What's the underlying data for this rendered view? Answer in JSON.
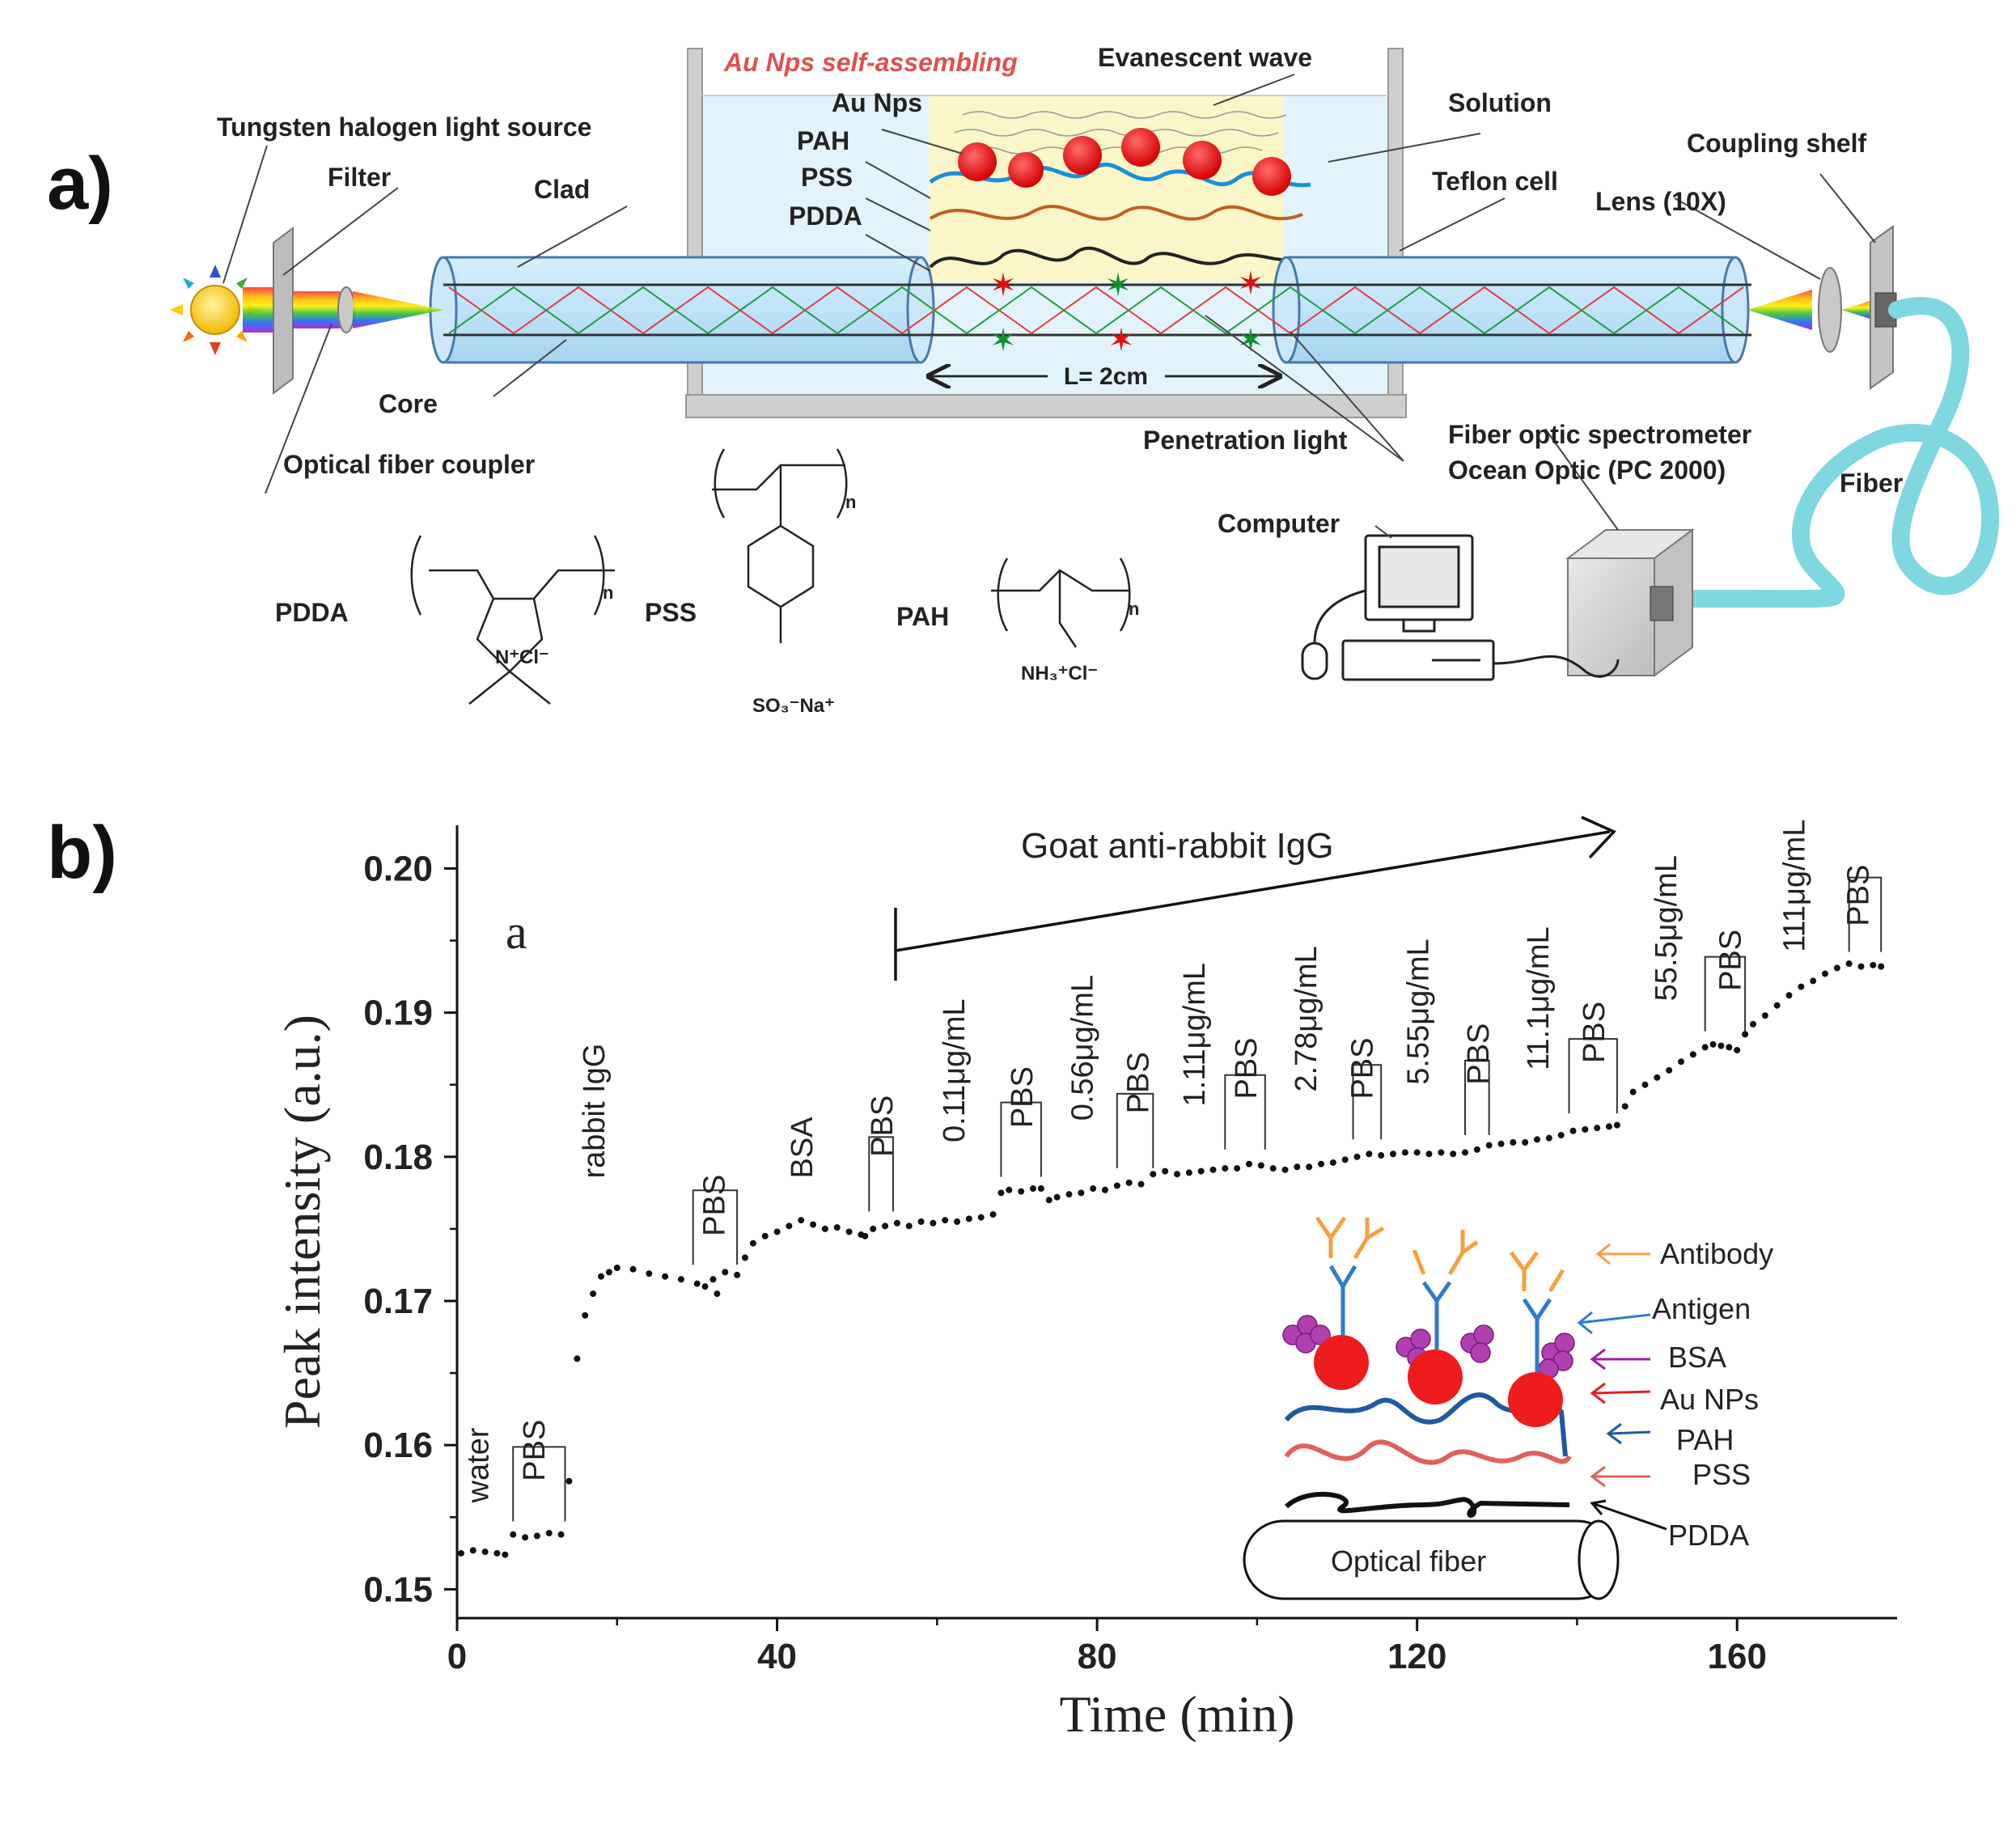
{
  "panel_a": {
    "label": "a)",
    "title": "Au Nps self-assembling",
    "labels": {
      "source": "Tungsten halogen light source",
      "filter": "Filter",
      "clad": "Clad",
      "core": "Core",
      "coupler": "Optical fiber coupler",
      "au_nps": "Au Nps",
      "pah": "PAH",
      "pss": "PSS",
      "pdda": "PDDA",
      "evanescent": "Evanescent wave",
      "solution": "Solution",
      "teflon": "Teflon cell",
      "length": "L= 2cm",
      "penetration": "Penetration light",
      "lens": "Lens (10X)",
      "coupling_shelf": "Coupling shelf",
      "spectrometer_1": "Fiber optic spectrometer",
      "spectrometer_2": "Ocean Optic (PC 2000)",
      "fiber": "Fiber",
      "computer": "Computer"
    },
    "structures": {
      "pdda": "PDDA",
      "pdda_group": "N⁺Cl⁻",
      "pss": "PSS",
      "pss_group": "SO₃⁻Na⁺",
      "pah": "PAH",
      "pah_group": "NH₃⁺Cl⁻",
      "n": "n"
    }
  },
  "panel_b": {
    "label": "b)",
    "inset_letter": "a",
    "arrow_label": "Goat anti-rabbit IgG",
    "inset": {
      "antibody": "Antibody",
      "antigen": "Antigen",
      "bsa": "BSA",
      "au": "Au NPs",
      "pah": "PAH",
      "pss": "PSS",
      "pdda": "PDDA",
      "fiber": "Optical fiber"
    }
  },
  "chart_data": {
    "type": "scatter",
    "xlabel": "Time (min)",
    "ylabel": "Peak intensity (a.u.)",
    "xlim": [
      0,
      180
    ],
    "ylim": [
      0.148,
      0.203
    ],
    "xticks": [
      "0",
      "40",
      "80",
      "120",
      "160"
    ],
    "yticks": [
      "0.15",
      "0.16",
      "0.17",
      "0.18",
      "0.19",
      "0.20"
    ],
    "series": [
      {
        "points": [
          [
            0.5,
            0.1525
          ],
          [
            2,
            0.1527
          ],
          [
            3.5,
            0.1526
          ],
          [
            5,
            0.1525
          ],
          [
            6,
            0.1524
          ],
          [
            7,
            0.1538
          ],
          [
            8.5,
            0.1536
          ],
          [
            10,
            0.1537
          ],
          [
            11.5,
            0.1539
          ],
          [
            13,
            0.1538
          ],
          [
            14,
            0.1575
          ],
          [
            15,
            0.166
          ],
          [
            16,
            0.169
          ],
          [
            17,
            0.1705
          ],
          [
            18,
            0.1717
          ],
          [
            19,
            0.172
          ],
          [
            20,
            0.1723
          ],
          [
            22,
            0.1722
          ],
          [
            24,
            0.1719
          ],
          [
            26,
            0.1717
          ],
          [
            28,
            0.1715
          ],
          [
            30,
            0.1712
          ],
          [
            31,
            0.171
          ],
          [
            32,
            0.1715
          ],
          [
            32.5,
            0.1705
          ],
          [
            33.5,
            0.172
          ],
          [
            35,
            0.1718
          ],
          [
            36,
            0.173
          ],
          [
            37,
            0.174
          ],
          [
            38.5,
            0.1745
          ],
          [
            40,
            0.1748
          ],
          [
            41.5,
            0.1752
          ],
          [
            43,
            0.1756
          ],
          [
            44.5,
            0.1753
          ],
          [
            46,
            0.175
          ],
          [
            47.5,
            0.1751
          ],
          [
            49,
            0.1748
          ],
          [
            50.5,
            0.1746
          ],
          [
            51,
            0.1745
          ],
          [
            52,
            0.175
          ],
          [
            53.5,
            0.1752
          ],
          [
            55,
            0.1754
          ],
          [
            56.5,
            0.1752
          ],
          [
            58,
            0.1755
          ],
          [
            59.5,
            0.1754
          ],
          [
            61,
            0.1756
          ],
          [
            62.5,
            0.1755
          ],
          [
            64,
            0.1757
          ],
          [
            65.5,
            0.1758
          ],
          [
            67,
            0.176
          ],
          [
            68,
            0.1775
          ],
          [
            69,
            0.1777
          ],
          [
            70.5,
            0.1776
          ],
          [
            72,
            0.1778
          ],
          [
            73,
            0.1778
          ],
          [
            74,
            0.177
          ],
          [
            75,
            0.1772
          ],
          [
            76.5,
            0.1774
          ],
          [
            78,
            0.1775
          ],
          [
            79.5,
            0.1778
          ],
          [
            81,
            0.1777
          ],
          [
            82.5,
            0.178
          ],
          [
            84,
            0.1782
          ],
          [
            85.5,
            0.1781
          ],
          [
            87,
            0.1788
          ],
          [
            88.5,
            0.179
          ],
          [
            90,
            0.1788
          ],
          [
            91.5,
            0.1789
          ],
          [
            93,
            0.179
          ],
          [
            94.5,
            0.1791
          ],
          [
            96,
            0.1792
          ],
          [
            97.5,
            0.1792
          ],
          [
            99,
            0.1795
          ],
          [
            100.5,
            0.1794
          ],
          [
            102,
            0.1792
          ],
          [
            103.5,
            0.1791
          ],
          [
            105,
            0.1793
          ],
          [
            106.5,
            0.1793
          ],
          [
            108,
            0.1795
          ],
          [
            109.5,
            0.1796
          ],
          [
            111,
            0.1798
          ],
          [
            112.5,
            0.18
          ],
          [
            114,
            0.1802
          ],
          [
            115.5,
            0.1801
          ],
          [
            117,
            0.1802
          ],
          [
            118.5,
            0.1803
          ],
          [
            120,
            0.1803
          ],
          [
            121.5,
            0.1802
          ],
          [
            123,
            0.1803
          ],
          [
            124.5,
            0.1802
          ],
          [
            126,
            0.1803
          ],
          [
            127.5,
            0.1805
          ],
          [
            129,
            0.1808
          ],
          [
            130.5,
            0.1809
          ],
          [
            132,
            0.181
          ],
          [
            133.5,
            0.181
          ],
          [
            135,
            0.1812
          ],
          [
            136.5,
            0.1813
          ],
          [
            138,
            0.1815
          ],
          [
            139.5,
            0.1818
          ],
          [
            141,
            0.1819
          ],
          [
            142.5,
            0.182
          ],
          [
            144,
            0.1821
          ],
          [
            145,
            0.1822
          ],
          [
            146,
            0.1835
          ],
          [
            147,
            0.1845
          ],
          [
            148.5,
            0.185
          ],
          [
            150,
            0.1855
          ],
          [
            151.5,
            0.186
          ],
          [
            153,
            0.1866
          ],
          [
            154.5,
            0.1871
          ],
          [
            156,
            0.1876
          ],
          [
            157,
            0.1878
          ],
          [
            158,
            0.1877
          ],
          [
            159,
            0.1876
          ],
          [
            160,
            0.1874
          ],
          [
            161,
            0.1885
          ],
          [
            162,
            0.1892
          ],
          [
            163.5,
            0.1898
          ],
          [
            165,
            0.1905
          ],
          [
            166.5,
            0.1912
          ],
          [
            168,
            0.1918
          ],
          [
            169.5,
            0.1922
          ],
          [
            171,
            0.1927
          ],
          [
            172.5,
            0.1931
          ],
          [
            174,
            0.1934
          ],
          [
            175.5,
            0.1932
          ],
          [
            177,
            0.1933
          ],
          [
            178,
            0.1932
          ]
        ]
      }
    ],
    "annotations": [
      {
        "text": "water",
        "x": 2.5,
        "y": 0.156
      },
      {
        "text": "PBS",
        "x": 9.5,
        "y": 0.1575
      },
      {
        "text": "rabbit IgG",
        "x": 17,
        "y": 0.1785
      },
      {
        "text": "PBS",
        "x": 32,
        "y": 0.1745
      },
      {
        "text": "BSA",
        "x": 43,
        "y": 0.1785
      },
      {
        "text": "PBS",
        "x": 53,
        "y": 0.18
      },
      {
        "text": "0.11μg/mL",
        "x": 62,
        "y": 0.181
      },
      {
        "text": "PBS",
        "x": 70.5,
        "y": 0.182
      },
      {
        "text": "0.56μg/mL",
        "x": 78,
        "y": 0.1825
      },
      {
        "text": "PBS",
        "x": 85,
        "y": 0.183
      },
      {
        "text": "1.11μg/mL",
        "x": 92,
        "y": 0.1835
      },
      {
        "text": "PBS",
        "x": 98.5,
        "y": 0.184
      },
      {
        "text": "2.78μg/mL",
        "x": 106,
        "y": 0.1845
      },
      {
        "text": "PBS",
        "x": 113,
        "y": 0.184
      },
      {
        "text": "5.55μg/mL",
        "x": 120,
        "y": 0.185
      },
      {
        "text": "PBS",
        "x": 127.5,
        "y": 0.185
      },
      {
        "text": "11.1μg/mL",
        "x": 135,
        "y": 0.186
      },
      {
        "text": "PBS",
        "x": 142,
        "y": 0.1865
      },
      {
        "text": "55.5μg/mL",
        "x": 151,
        "y": 0.1908
      },
      {
        "text": "PBS",
        "x": 159,
        "y": 0.1915
      },
      {
        "text": "111μg/mL",
        "x": 167,
        "y": 0.1942
      },
      {
        "text": "PBS",
        "x": 175,
        "y": 0.196
      }
    ],
    "brackets": [
      [
        7,
        13.5
      ],
      [
        29.5,
        35
      ],
      [
        51.5,
        54.5
      ],
      [
        68,
        73
      ],
      [
        82.5,
        87
      ],
      [
        96,
        101
      ],
      [
        112,
        115.5
      ],
      [
        126,
        129
      ],
      [
        139,
        145
      ],
      [
        156,
        161
      ],
      [
        174,
        178
      ]
    ]
  }
}
